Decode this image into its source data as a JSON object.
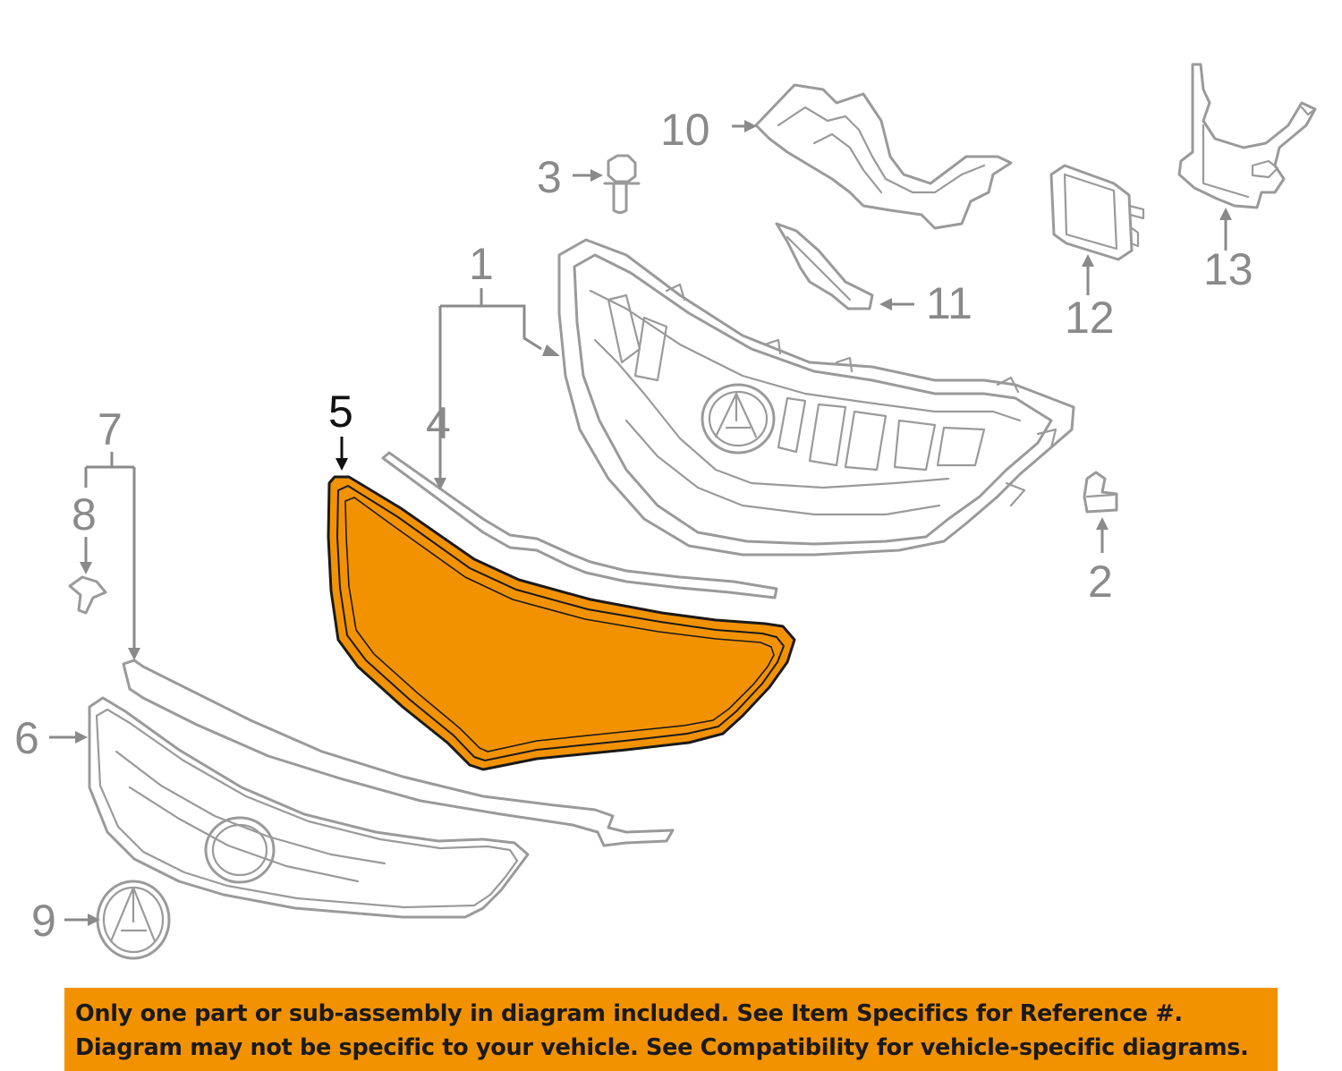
{
  "callouts": {
    "c1": "1",
    "c2": "2",
    "c3": "3",
    "c4": "4",
    "c5": "5",
    "c6": "6",
    "c7": "7",
    "c8": "8",
    "c9": "9",
    "c10": "10",
    "c11": "11",
    "c12": "12",
    "c13": "13"
  },
  "highlighted_part": "5",
  "colors": {
    "highlight": "#f39200",
    "line_art": "#9a9a9a",
    "notice_bg": "#f39200",
    "notice_text": "#1a1a1a"
  },
  "notice": {
    "line1": "Only one part or sub-assembly in diagram included. See Item Specifics for Reference #.",
    "line2": "Diagram may not be specific to your vehicle. See Compatibility for vehicle-specific diagrams."
  }
}
